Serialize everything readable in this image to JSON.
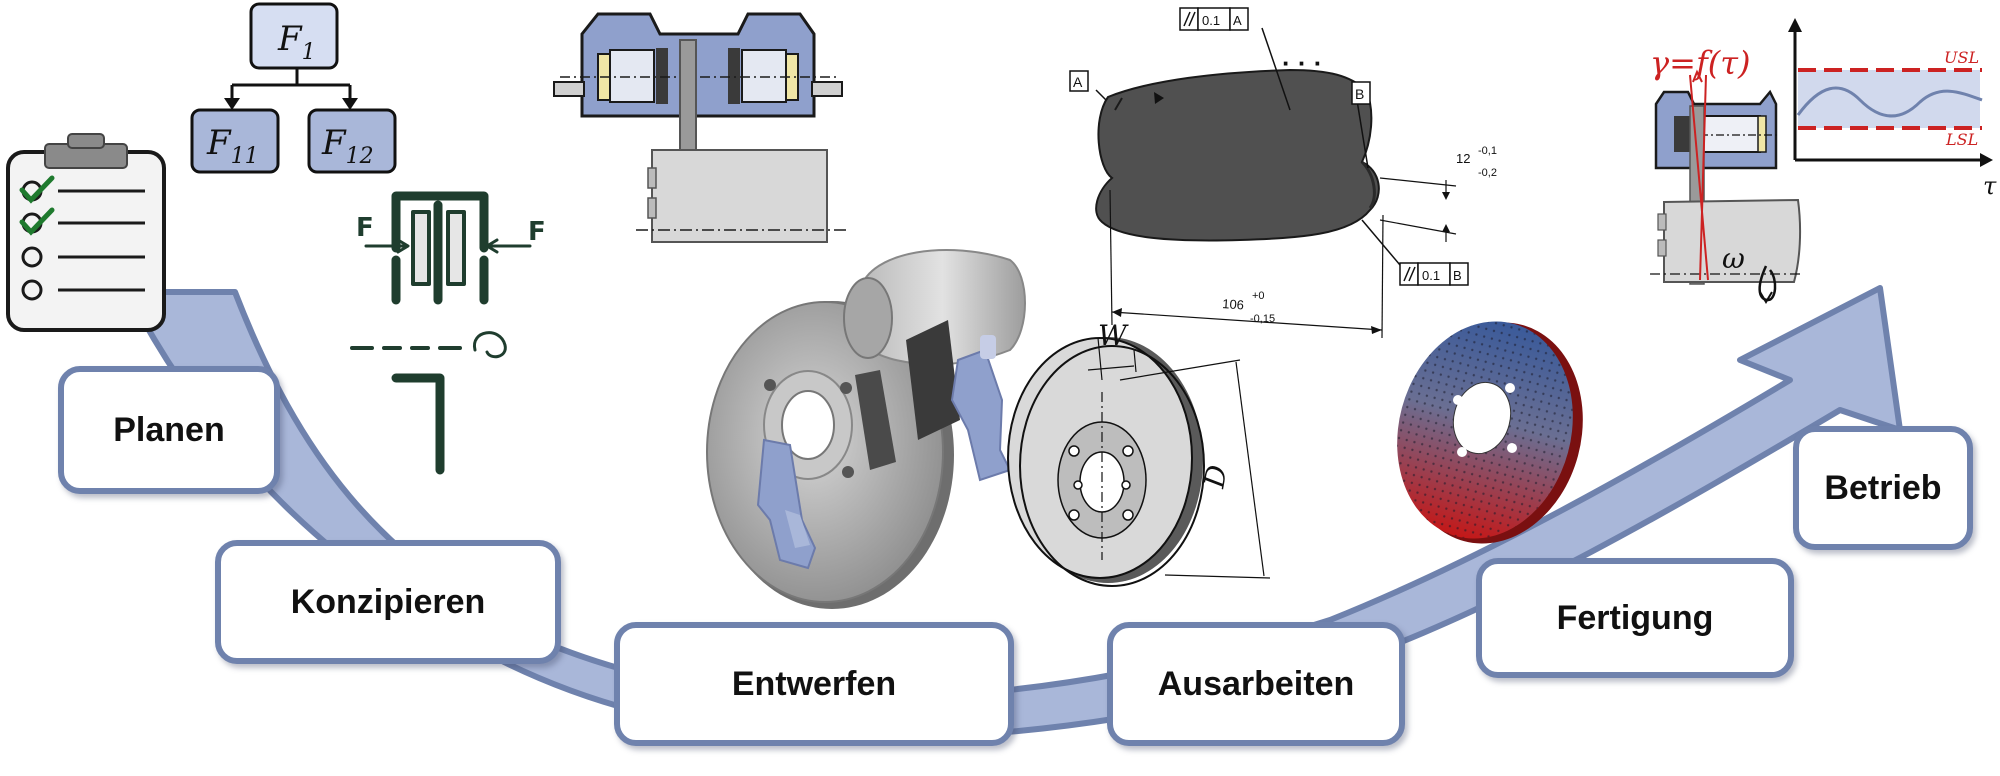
{
  "process": {
    "stages": [
      {
        "label": "Planen"
      },
      {
        "label": "Konzipieren"
      },
      {
        "label": "Entwerfen"
      },
      {
        "label": "Ausarbeiten"
      },
      {
        "label": "Fertigung"
      },
      {
        "label": "Betrieb"
      }
    ]
  },
  "function_tree": {
    "root": "F",
    "root_sub": "1",
    "children": [
      {
        "base": "F",
        "sub": "11"
      },
      {
        "base": "F",
        "sub": "12"
      }
    ]
  },
  "sketch": {
    "force_left": "F",
    "force_right": "F"
  },
  "drawing": {
    "datum_a": "A",
    "datum_b": "B",
    "tol_top_value": "0.1",
    "tol_top_ref": "A",
    "tol_bottom_value": "0.1",
    "tol_bottom_ref": "B",
    "dim_thickness": "12",
    "dim_thickness_upper": "-0,1",
    "dim_thickness_lower": "-0,2",
    "dim_length": "106",
    "dim_length_upper": "+0",
    "dim_length_lower": "-0,15",
    "ellipsis": "· · ·",
    "disc_width": "W",
    "disc_diameter": "D"
  },
  "operation": {
    "formula": "γ=f(τ)",
    "usl": "USL",
    "lsl": "LSL",
    "x_axis": "τ",
    "omega": "ω"
  },
  "colors": {
    "arrow_fill": "#a9b7d9",
    "arrow_stroke": "#6f82ad",
    "box_stroke": "#6f82ad",
    "caliper_blue": "#8fa0cc",
    "spec_red": "#cc2222",
    "sketch_green": "#1f3d2e"
  }
}
